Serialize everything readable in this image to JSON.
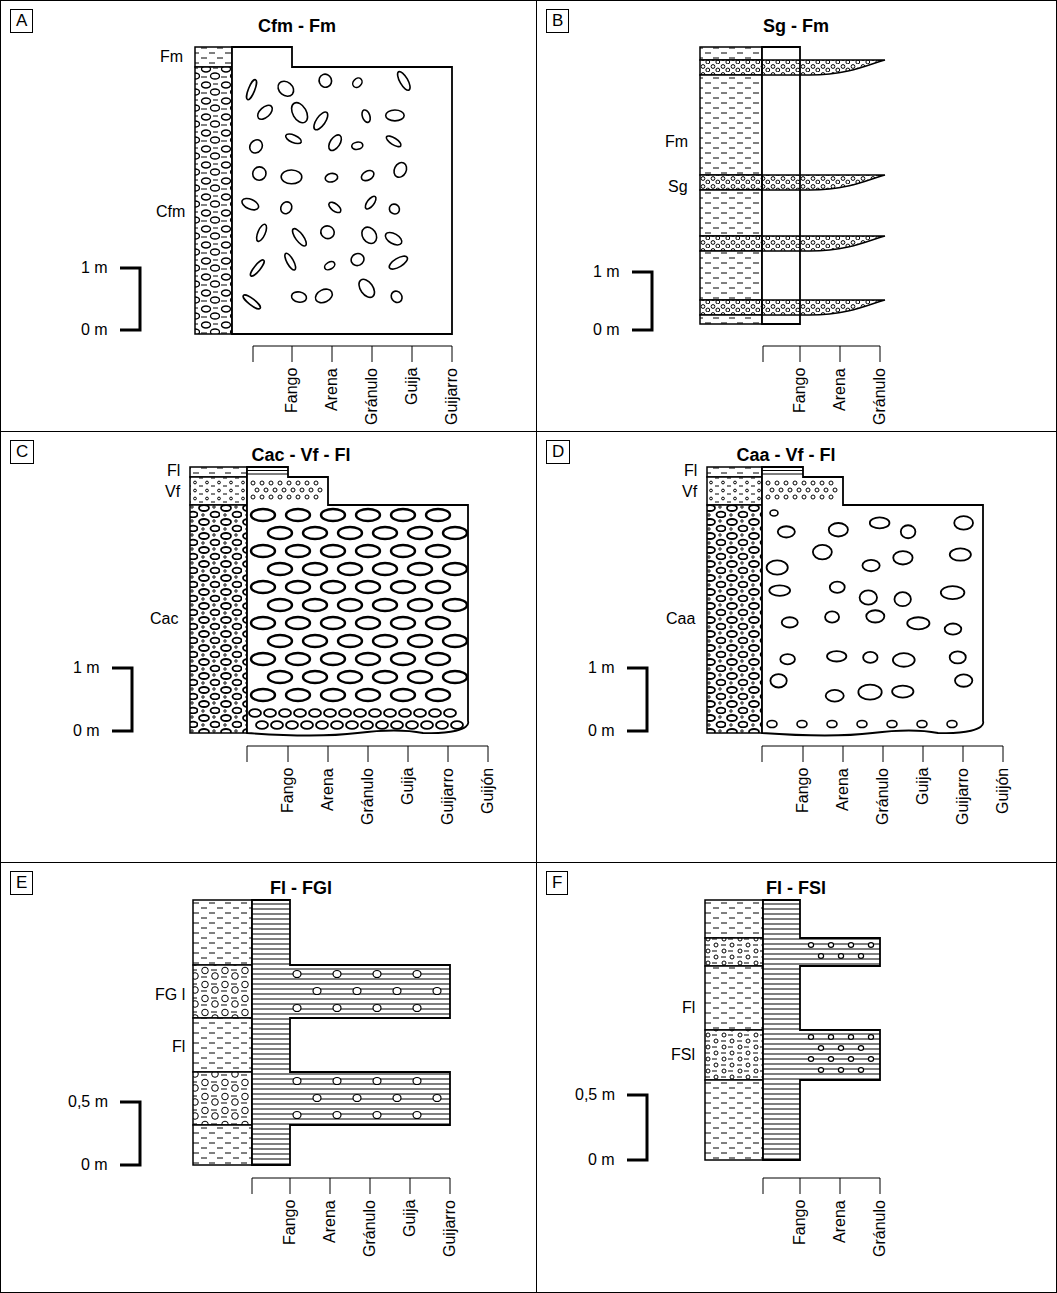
{
  "diagram": {
    "nodes": [
      {
        "text": [
          "Cfm - Fm"
        ]
      },
      {
        "text": [
          "A"
        ],
        "in": 0
      },
      {
        "text": [
          "Sg - Fm"
        ]
      },
      {
        "text": [
          "B"
        ],
        "in": 2
      },
      {
        "text": [
          "Cac - Vf - Fl"
        ]
      },
      {
        "text": [
          "C"
        ],
        "in": 4
      },
      {
        "text": [
          "Caa - Vf - Fl"
        ]
      },
      {
        "text": [
          "D"
        ],
        "in": 6
      },
      {
        "text": [
          "Fl - FGl"
        ]
      },
      {
        "text": [
          "E"
        ],
        "in": 8
      },
      {
        "text": [
          "Fl - FSl"
        ]
      },
      {
        "text": [
          "F"
        ],
        "in": 10
      }
    ],
    "labels": [
      "Fm",
      "Cfm",
      "1 m",
      "0 m",
      "Fango",
      "Arena",
      "Gránulo",
      "Guija",
      "Guijarro",
      "Fm",
      "Sg",
      "1 m",
      "0 m",
      "Fango",
      "Arena",
      "Gránulo",
      "Fl",
      "Vf",
      "Cac",
      "1 m",
      "0 m",
      "Fango",
      "Arena",
      "Gránulo",
      "Guija",
      "Guijarro",
      "Guijón",
      "Fl",
      "Vf",
      "Caa",
      "1 m",
      "0 m",
      "Fango",
      "Arena",
      "Gránulo",
      "Guija",
      "Guijarro",
      "Guijón",
      "FG l",
      "Fl",
      "0,5 m",
      "0 m",
      "Fango",
      "Arena",
      "Gránulo",
      "Guija",
      "Guijarro",
      "Fl",
      "FSl",
      "0,5 m",
      "0 m",
      "Fango",
      "Arena",
      "Gránulo"
    ]
  }
}
